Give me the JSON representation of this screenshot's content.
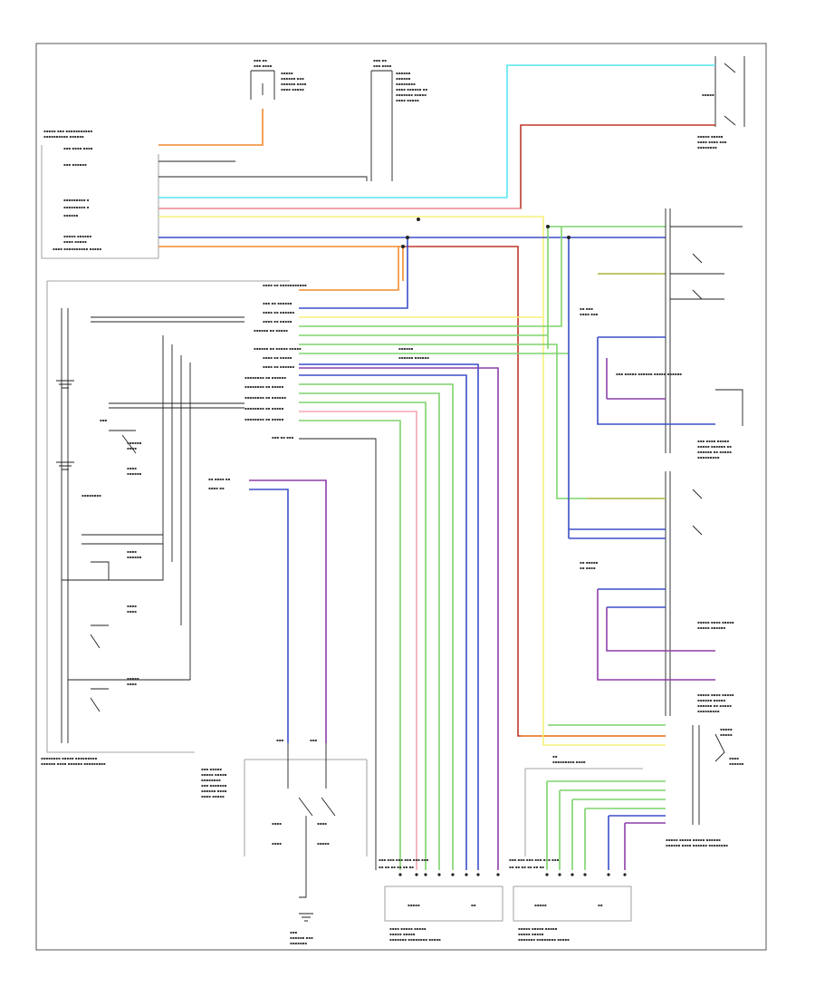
{
  "diagram": {
    "code": "",
    "palette": {
      "cyan": "#55e6f2",
      "red": "#c0392b",
      "orange": "#f28a2e",
      "yellow": "#f7f07a",
      "pink": "#f5a6b0",
      "blue": "#3b4fc9",
      "green": "#7fd36b",
      "purple": "#8e3fa8",
      "olive": "#a8b53a",
      "black": "#222222",
      "gray": "#888888"
    },
    "components": [
      {
        "id": "door-lock-control-module"
      },
      {
        "id": "fuse-box-left"
      },
      {
        "id": "fuse-box-right"
      },
      {
        "id": "front-door-lock-actuator-right"
      },
      {
        "id": "left-rear-power-window-switch"
      },
      {
        "id": "right-rear-power-window-switch"
      },
      {
        "id": "left-front-power-window-motor"
      },
      {
        "id": "right-front-power-window-motor"
      },
      {
        "id": "master-power-window-switch"
      },
      {
        "id": "rear-window-lock-switch"
      },
      {
        "id": "window-lock-switch-bottom"
      },
      {
        "id": "right-front-switch-unit"
      }
    ]
  }
}
